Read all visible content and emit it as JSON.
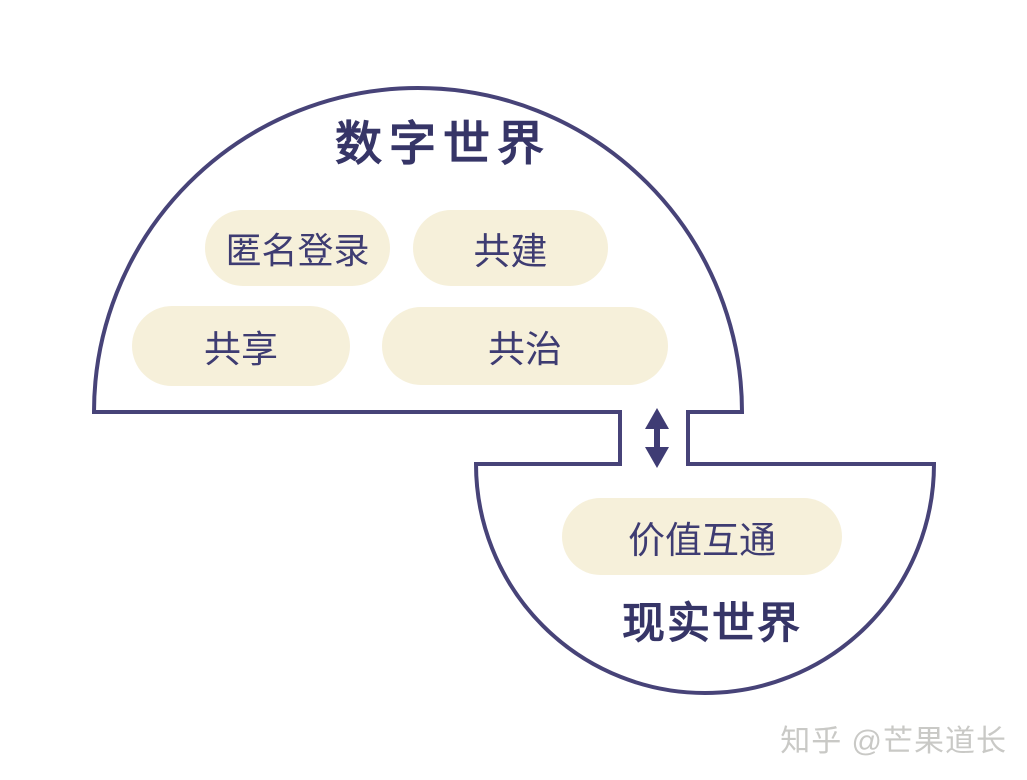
{
  "diagram": {
    "digital_world": {
      "title": "数字世界",
      "pills": [
        {
          "label": "匿名登录"
        },
        {
          "label": "共建"
        },
        {
          "label": "共享"
        },
        {
          "label": "共治"
        }
      ]
    },
    "real_world": {
      "title": "现实世界",
      "pills": [
        {
          "label": "价值互通"
        }
      ]
    },
    "connector": {
      "icon": "bidirectional-vertical-arrow"
    }
  },
  "watermark": {
    "text": "知乎 @芒果道长"
  },
  "colors": {
    "outline": "#474378",
    "title_text": "#363567",
    "pill_text": "#3e3c72",
    "pill_background": "#f6f0da",
    "arrow": "#3f3c74",
    "watermark_text": "#c9c9c6",
    "background": "#ffffff"
  }
}
